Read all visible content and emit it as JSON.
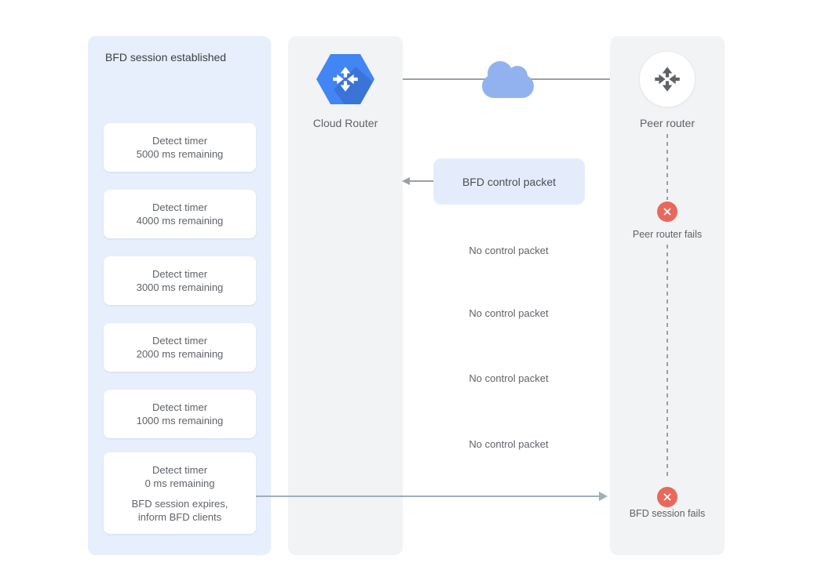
{
  "left_panel": {
    "title": "BFD session established",
    "timers": [
      {
        "title": "Detect timer",
        "remaining": "5000 ms remaining"
      },
      {
        "title": "Detect timer",
        "remaining": "4000 ms remaining"
      },
      {
        "title": "Detect timer",
        "remaining": "3000 ms remaining"
      },
      {
        "title": "Detect timer",
        "remaining": "2000 ms remaining"
      },
      {
        "title": "Detect timer",
        "remaining": "1000 ms remaining"
      },
      {
        "title": "Detect timer",
        "remaining": "0 ms remaining",
        "note_line1": "BFD session expires,",
        "note_line2": "inform BFD clients"
      }
    ]
  },
  "cloud_router": {
    "label": "Cloud Router",
    "icon": "cloud-router-hexagon-arrows-icon"
  },
  "network": {
    "icon": "cloud-icon"
  },
  "peer_router": {
    "label": "Peer router",
    "icon": "router-arrows-icon"
  },
  "messages": {
    "control_packet": "BFD control packet",
    "no_control_packets": [
      "No control packet",
      "No control packet",
      "No control packet",
      "No control packet"
    ]
  },
  "events": {
    "peer_fail": "Peer router fails",
    "session_fail": "BFD session fails"
  },
  "colors": {
    "left_panel_blue": "#e7eefc",
    "panel_gray": "#f1f3f4",
    "packet_box_blue": "#e4ecfc",
    "router_blue": "#4285f4",
    "cloud_blue": "#92b2ef",
    "line_gray": "#9aa0a6",
    "arrow_gray_blue": "#9dafba",
    "fail_red": "#e8695b",
    "text_dark": "#3c4043",
    "text_gray": "#5f6368"
  }
}
